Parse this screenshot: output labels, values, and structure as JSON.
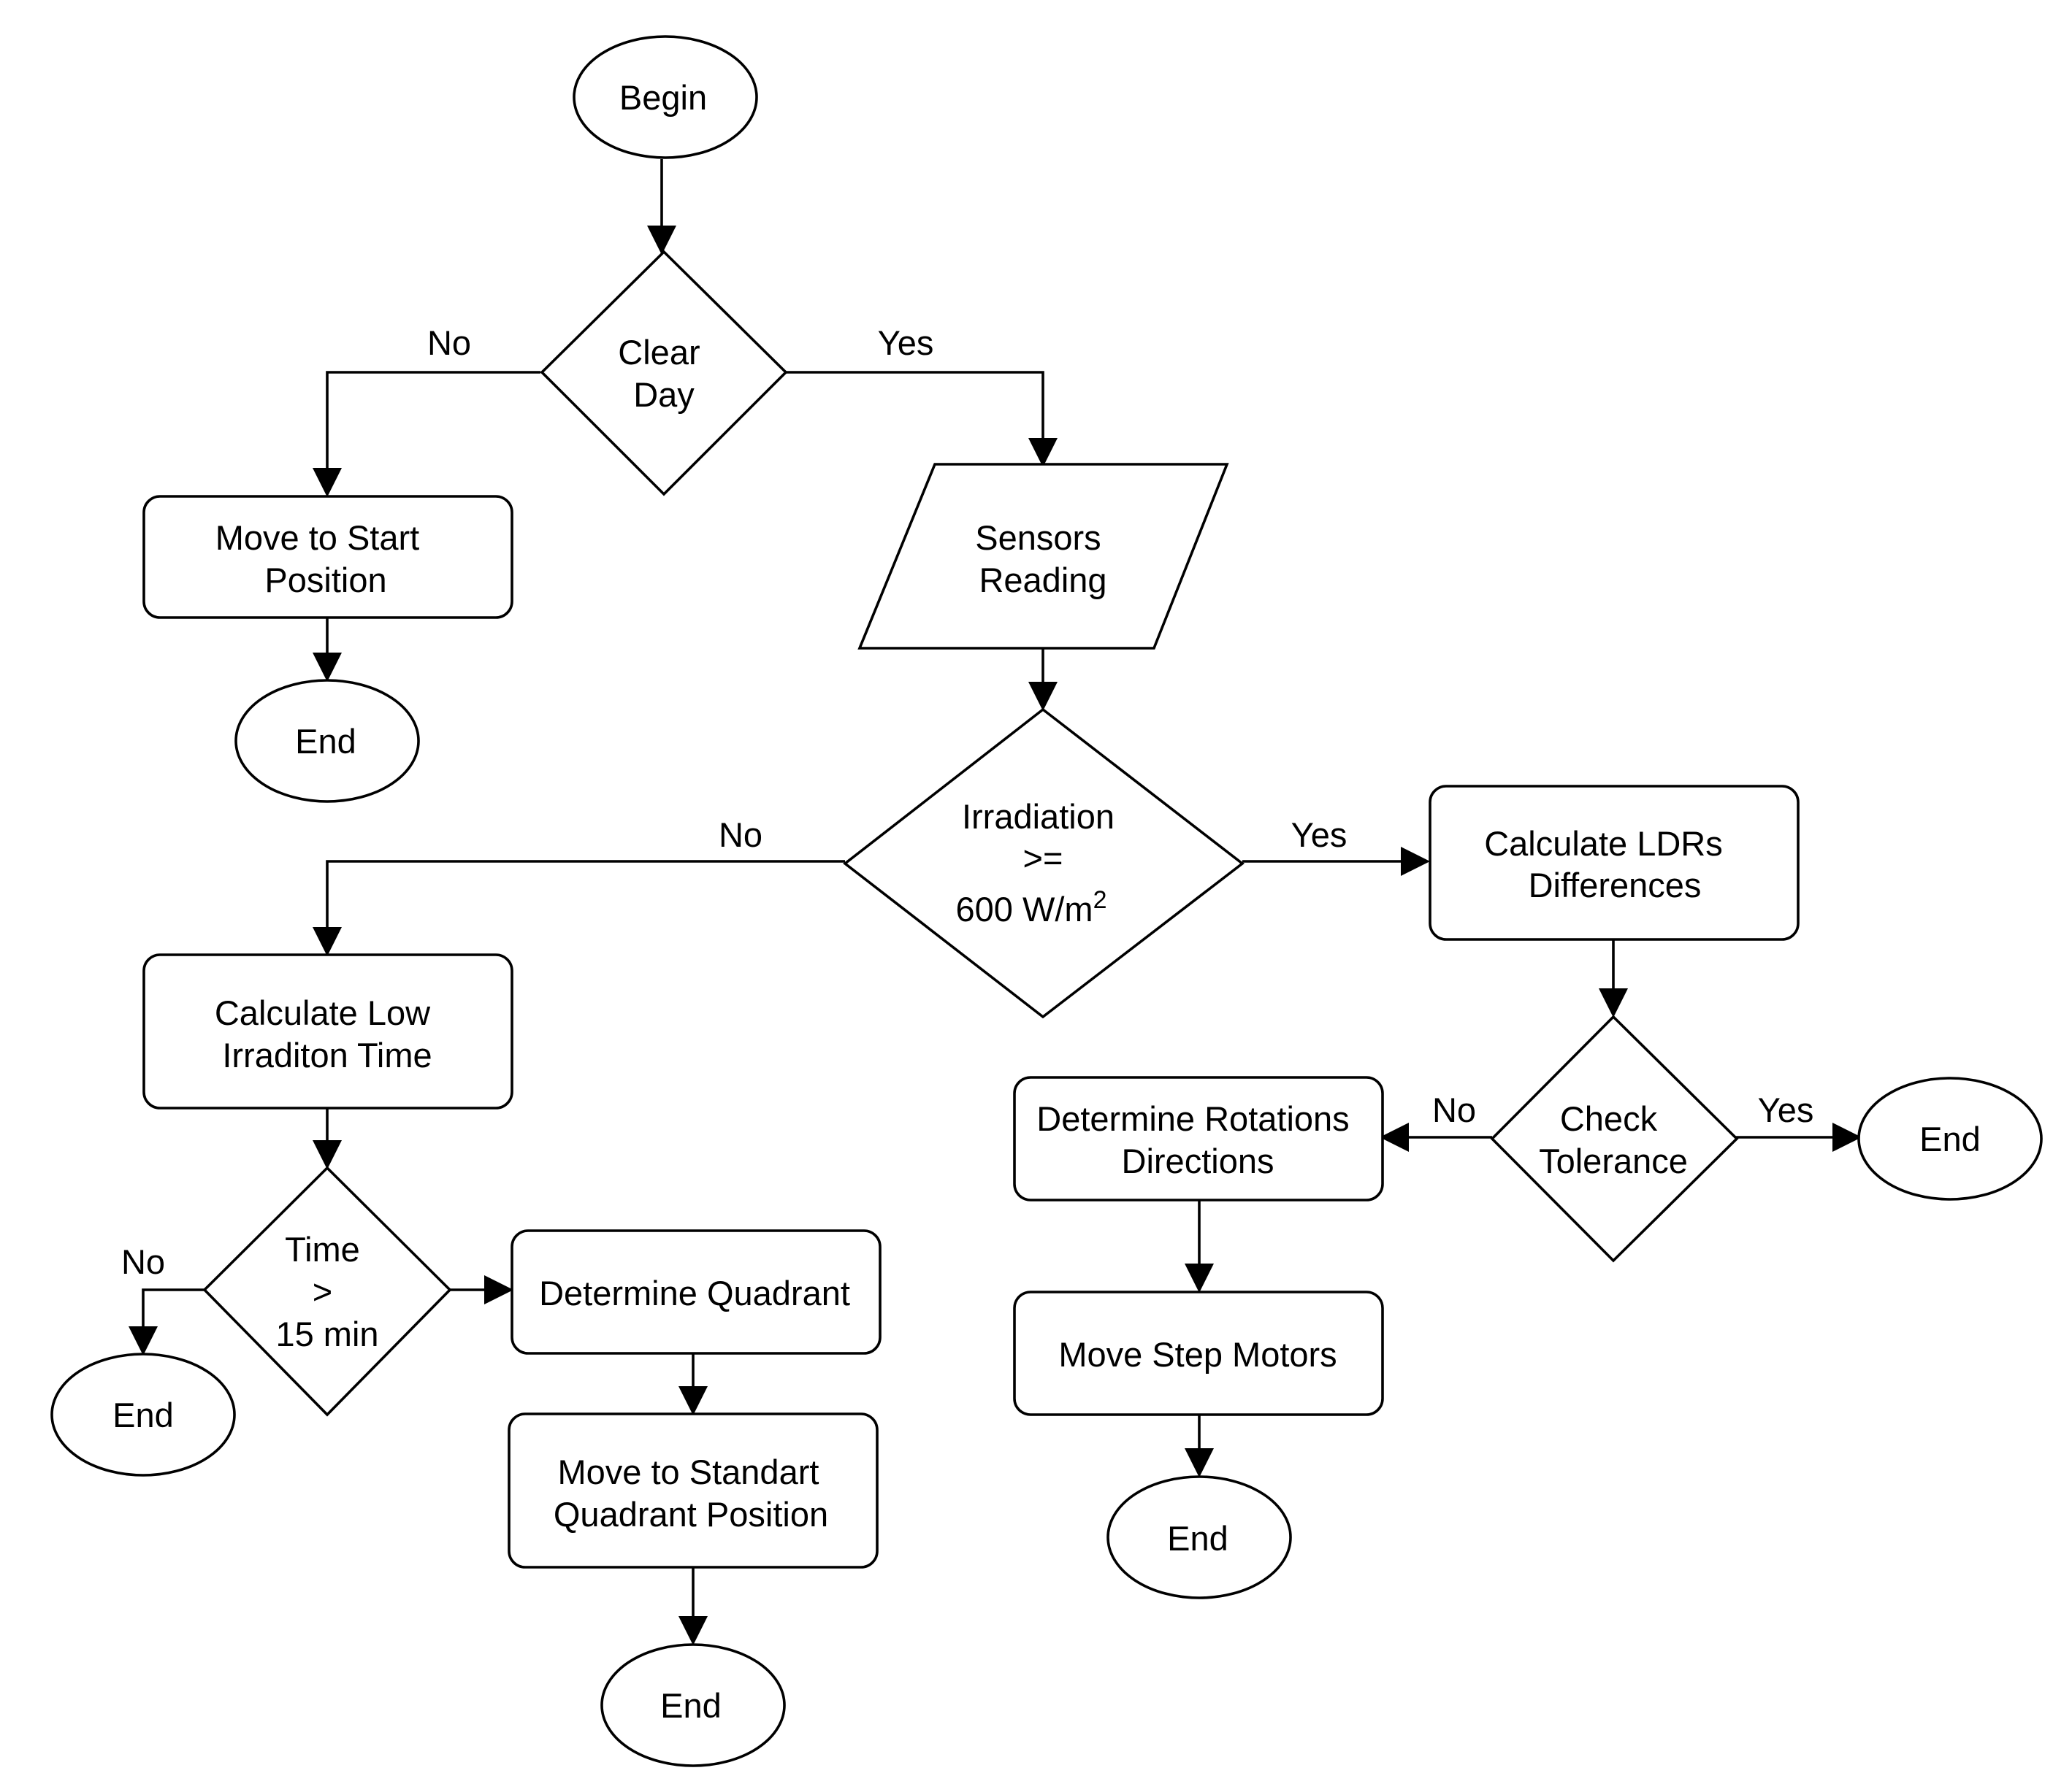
{
  "nodes": {
    "begin": "Begin",
    "clear_day": [
      "Clear",
      "Day"
    ],
    "move_start": [
      "Move to Start",
      "Position"
    ],
    "end_1": "End",
    "sensors": [
      "Sensors",
      "Reading"
    ],
    "irradiation": {
      "line1": "Irradiation",
      "line2": ">=",
      "line3": "600 W/m",
      "sup": "2"
    },
    "calc_ldr": [
      "Calculate LDRs",
      "Differences"
    ],
    "calc_low": [
      "Calculate Low",
      "Irraditon Time"
    ],
    "time_check": [
      "Time",
      ">",
      "15 min"
    ],
    "end_2": "End",
    "det_quadrant": "Determine Quadrant",
    "move_standart": [
      "Move to Standart",
      "Quadrant Position"
    ],
    "end_3": "End",
    "check_tol": [
      "Check",
      "Tolerance"
    ],
    "end_4": "End",
    "det_rot": [
      "Determine Rotations",
      "Directions"
    ],
    "move_step": "Move Step Motors",
    "end_5": "End"
  },
  "edge_labels": {
    "clear_no": "No",
    "clear_yes": "Yes",
    "irr_no": "No",
    "irr_yes": "Yes",
    "time_no": "No",
    "tol_no": "No",
    "tol_yes": "Yes"
  }
}
